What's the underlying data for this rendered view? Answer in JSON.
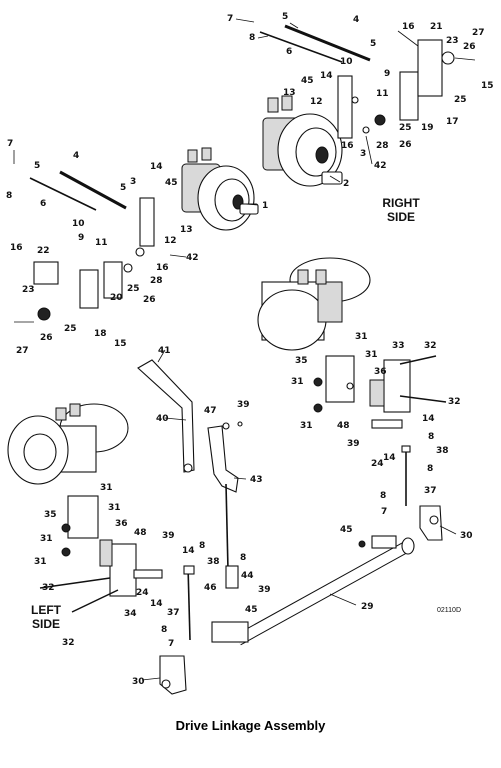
{
  "caption": "Drive Linkage Assembly",
  "side_labels": {
    "right_line1": "RIGHT",
    "right_line2": "SIDE",
    "left_line1": "LEFT",
    "left_line2": "SIDE"
  },
  "drawing_code": "02110D",
  "callouts": [
    "1",
    "2",
    "3",
    "4",
    "5",
    "6",
    "7",
    "8",
    "9",
    "10",
    "11",
    "12",
    "13",
    "14",
    "15",
    "16",
    "17",
    "18",
    "19",
    "20",
    "21",
    "22",
    "23",
    "24",
    "25",
    "26",
    "27",
    "28",
    "29",
    "30",
    "31",
    "32",
    "33",
    "34",
    "35",
    "36",
    "37",
    "38",
    "39",
    "40",
    "41",
    "42",
    "43",
    "44",
    "45",
    "46",
    "47",
    "48"
  ]
}
